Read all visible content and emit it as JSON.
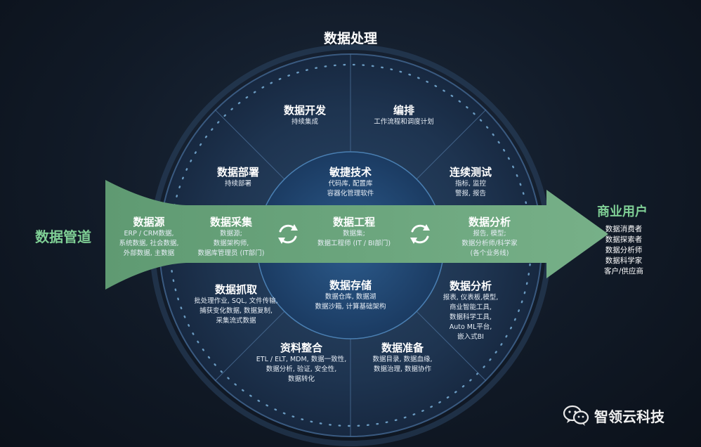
{
  "title": "数据处理",
  "left_label": "数据管道",
  "right_title": "商业用户",
  "right_items": [
    "数据消费者",
    "数据探索者",
    "数据分析师",
    "数据科学家",
    "客户/供应商"
  ],
  "center_top": {
    "title": "敏捷技术",
    "lines": [
      "代码库, 配置库",
      "容器化管理软件"
    ]
  },
  "center_bottom": {
    "title": "数据存储",
    "lines": [
      "数据仓库, 数据湖",
      "数据沙箱, 计算基础架构"
    ]
  },
  "outer_segments": [
    {
      "title": "数据开发",
      "lines": [
        "持续集成"
      ]
    },
    {
      "title": "编排",
      "lines": [
        "工作流程和调度计划"
      ]
    },
    {
      "title": "数据部署",
      "lines": [
        "持续部署"
      ]
    },
    {
      "title": "连续测试",
      "lines": [
        "指标, 监控",
        "警报, 报告"
      ]
    },
    {
      "title": "数据抓取",
      "lines": [
        "批处理作业, SQL, 文件传输,",
        "捕获变化数据, 数据复制,",
        "采集流式数据"
      ]
    },
    {
      "title": "数据分析",
      "lines": [
        "报表, 仪表板,模型,",
        "商业智能工具,",
        "数据科学工具,",
        "Auto ML平台,",
        "嵌入式BI"
      ]
    },
    {
      "title": "资料整合",
      "lines": [
        "ETL / ELT, MDM, 数据一致性,",
        "数据分析, 验证, 安全性,",
        "数据转化"
      ]
    },
    {
      "title": "数据准备",
      "lines": [
        "数据目录, 数据血缘,",
        "数据治理, 数据协作"
      ]
    }
  ],
  "arrow_items": [
    {
      "title": "数据源",
      "lines": [
        "ERP / CRM数据,",
        "系统数据, 社会数据,",
        "外部数据, 主数据"
      ]
    },
    {
      "title": "数据采集",
      "lines": [
        "数据源;",
        "数据架构师,",
        "数据库管理员 (IT部门)"
      ]
    },
    {
      "title": "数据工程",
      "lines": [
        "数据集;",
        "数据工程师 (IT / BI部门)"
      ]
    },
    {
      "title": "数据分析",
      "lines": [
        "报告, 模型;",
        "数据分析师/科学家",
        "(各个业务线)"
      ]
    }
  ],
  "watermark": "智领云科技",
  "colors": {
    "arrow": "#6ea67f",
    "circle_outer": "#1f3551",
    "circle_inner": "#1a3f66",
    "accent": "#7fcf95"
  }
}
